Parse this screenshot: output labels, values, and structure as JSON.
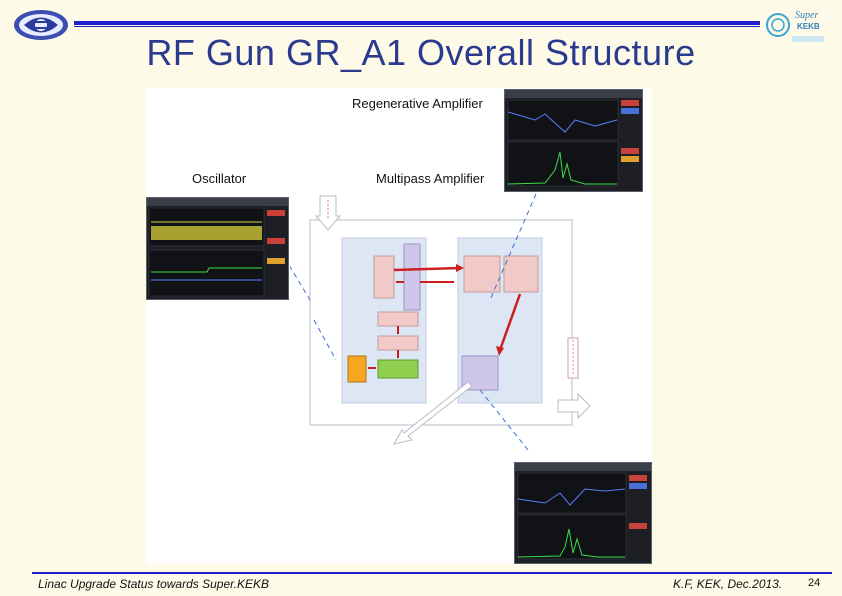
{
  "slide": {
    "title": "RF Gun GR_A1 Overall Structure",
    "page_number": "24"
  },
  "footer": {
    "left": "Linac Upgrade Status towards Super.KEKB",
    "right": "K.F, KEK, Dec.2013."
  },
  "logos": {
    "right_line1": "Super",
    "right_line2": "KEKB"
  },
  "figure": {
    "labels": {
      "regenerative": "Regenerative Amplifier",
      "oscillator": "Oscillator",
      "multipass": "Multipass Amplifier"
    },
    "colors": {
      "title": "#2a3a8f",
      "rule": "#1f1fcc",
      "scope_bg": "#1d1f24",
      "trace_green": "#3ddc4a",
      "trace_blue": "#5a7dff",
      "arrow_red": "#cc1f1f",
      "box_pink": "#f2c9c9",
      "box_purple": "#cfc7ea",
      "box_green": "#8fd14f",
      "box_orange": "#f5a623",
      "panel_blue": "#dde6f5"
    }
  }
}
